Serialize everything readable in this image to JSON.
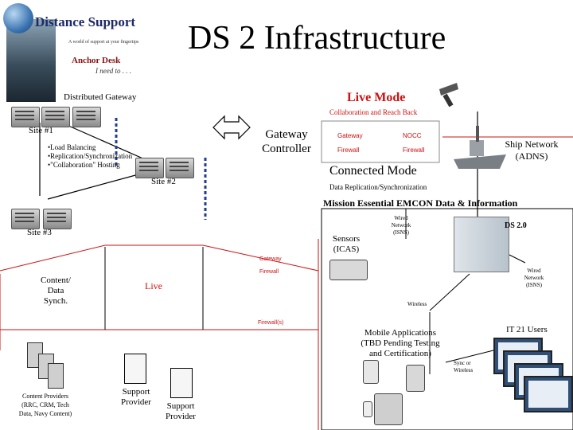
{
  "logo": {
    "title": "Distance Support",
    "tagline": "A world of support at your fingertips",
    "anchor": "Anchor Desk",
    "ineed": "I need to . . ."
  },
  "title": "DS 2 Infrastructure",
  "distributed_gateway": "Distributed Gateway",
  "live_mode": "Live Mode",
  "collab_reach_back": "Collaboration and Reach Back",
  "site1": "Site #1",
  "site2": "Site #2",
  "site3": "Site #3",
  "bullets": [
    "•Load Balancing",
    "•Replication/Synchronization",
    "•\"Collaboration\" Hosting"
  ],
  "gateway_controller": [
    "Gateway",
    "Controller"
  ],
  "nocc": {
    "gateway": "Gateway",
    "nocc": "NOCC",
    "firewall1": "Firewall",
    "firewall2": "Firewall"
  },
  "ship_network": [
    "Ship Network",
    "(ADNS)"
  ],
  "connected_mode": "Connected Mode",
  "data_replication": "Data Replication/Synchronization",
  "mission_essential": "Mission Essential EMCON Data & Information",
  "sensors": [
    "Sensors",
    "(ICAS)"
  ],
  "wired_network_top": [
    "Wired",
    "Network",
    "(ISNS)"
  ],
  "ds20": "DS 2.0",
  "wired_network_right": [
    "Wired",
    "Network",
    "(ISNS)"
  ],
  "wireless": "Wireless",
  "gateway_left": "Gateway",
  "firewall_left": "Firewall",
  "content_data_synch": [
    "Content/",
    "Data",
    "Synch."
  ],
  "live": "Live",
  "firewalls": "Firewall(s)",
  "mobile_apps": [
    "Mobile Applications",
    "(TBD Pending Testing",
    "and Certification)"
  ],
  "sync_or_wireless": [
    "Sync or",
    "Wireless"
  ],
  "it21_users": "IT 21 Users",
  "content_providers": [
    "Content Providers",
    "(RRC, CRM, Tech",
    "Data, Navy Content)"
  ],
  "support_provider1": [
    "Support",
    "Provider"
  ],
  "support_provider2": [
    "Support",
    "Provider"
  ],
  "colors": {
    "red": "#cc1111",
    "dashed_blue": "#223d8c",
    "black": "#000000"
  }
}
